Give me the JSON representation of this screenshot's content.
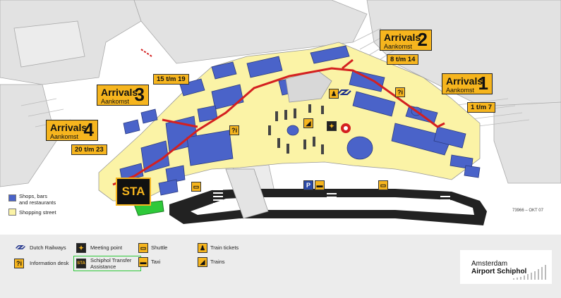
{
  "arrivals": [
    {
      "title": "Arrivals",
      "subtitle": "Aankomst",
      "number": "1"
    },
    {
      "title": "Arrivals",
      "subtitle": "Aankomst",
      "number": "2"
    },
    {
      "title": "Arrivals",
      "subtitle": "Aankomst",
      "number": "3"
    },
    {
      "title": "Arrivals",
      "subtitle": "Aankomst",
      "number": "4"
    }
  ],
  "gates": [
    "1 t/m 7",
    "8 t/m 14",
    "15 t/m 19",
    "20 t/m 23"
  ],
  "sta_label": "STA",
  "map_legend": [
    {
      "label": "Shops, bars\nand restaurants",
      "color": "#4a63c9"
    },
    {
      "label": "Shopping street",
      "color": "#fbf3a6"
    }
  ],
  "map_code": "73966 – OKT 07",
  "bottom_legend": [
    {
      "icon": "dutch-railways-icon",
      "label": "Dutch Railways"
    },
    {
      "icon": "information-desk-icon",
      "label": "Information desk"
    },
    {
      "icon": "meeting-point-icon",
      "label": "Meeting point"
    },
    {
      "icon": "sta-icon",
      "label": "Schiphol Transfer\nAssistance"
    },
    {
      "icon": "shuttle-icon",
      "label": "Shuttle"
    },
    {
      "icon": "taxi-icon",
      "label": "Taxi"
    },
    {
      "icon": "train-tickets-icon",
      "label": "Train tickets"
    },
    {
      "icon": "trains-icon",
      "label": "Trains"
    }
  ],
  "brand": {
    "line1": "Amsterdam",
    "line2": "Airport Schiphol"
  },
  "colors": {
    "shopping_street": "#fbf3a6",
    "shops": "#4a63c9",
    "route": "#d42020",
    "sign": "#f6b51e",
    "sta_area": "#2ec93a",
    "building": "#e4e4e4"
  }
}
